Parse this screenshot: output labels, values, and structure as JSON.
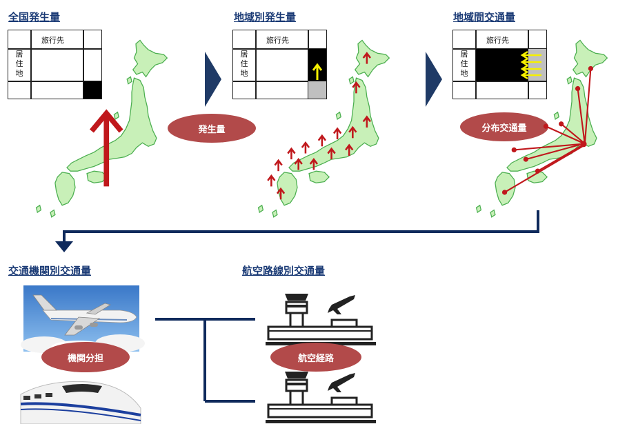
{
  "titles": {
    "national_generation": "全国発生量",
    "regional_generation": "地域別発生量",
    "interregional_traffic": "地域間交通量",
    "modal_traffic": "交通機関別交通量",
    "route_traffic": "航空路線別交通量"
  },
  "matrix": {
    "destination_label": "旅行先",
    "residence_label": "居住地"
  },
  "steps": {
    "generation": "発生量",
    "distribution": "分布交通量",
    "modal_split": "機関分担",
    "route": "航空経路"
  },
  "colors": {
    "title": "#1a3a75",
    "pill": "#b24a4a",
    "map_fill": "#c8f0b8",
    "map_stroke": "#4caf50",
    "arrow_red": "#c0181c",
    "arrow_yellow": "#f5f000",
    "flow_line": "#0f2a5c"
  },
  "icons": [
    "japan-map",
    "airplane-photo",
    "shinkansen-photo",
    "airport-control-tower-icon",
    "airplane-icon"
  ]
}
